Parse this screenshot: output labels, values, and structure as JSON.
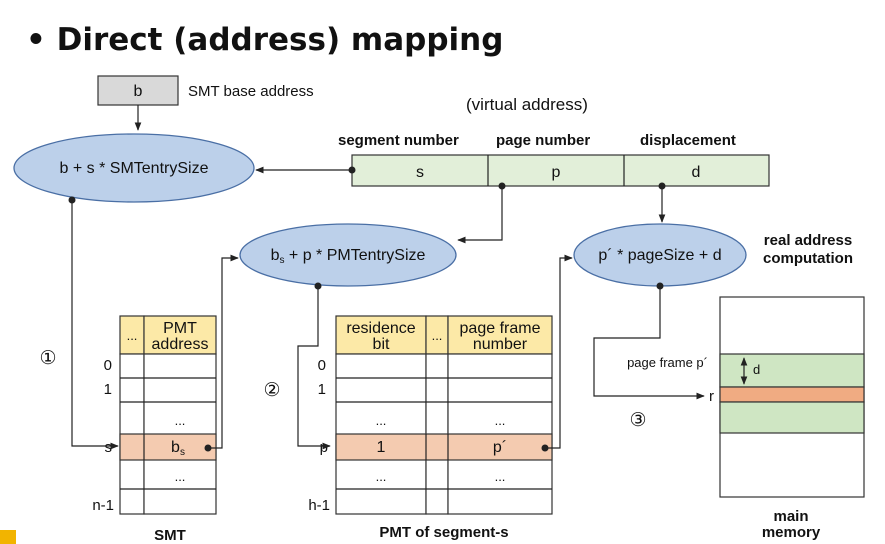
{
  "title": "• Direct (address) mapping",
  "base_register": {
    "value": "b",
    "label": "SMT base address"
  },
  "virtual_address": {
    "caption": "(virtual address)",
    "fields": [
      {
        "header": "segment number",
        "value": "s"
      },
      {
        "header": "page number",
        "value": "p"
      },
      {
        "header": "displacement",
        "value": "d"
      }
    ]
  },
  "formulas": {
    "smt_entry": "b + s * SMTentrySize",
    "pmt_entry_base": "b",
    "pmt_entry_sub": "s",
    "pmt_entry_rest": " + p * PMTentrySize",
    "real_address": "p´ * pageSize + d"
  },
  "real_address_label": [
    "real address",
    "computation"
  ],
  "smt": {
    "caption": "SMT",
    "header": {
      "dots": "...",
      "field": [
        "PMT",
        "address"
      ]
    },
    "rows": [
      "0",
      "1",
      "",
      "s",
      "",
      "n-1"
    ],
    "ellipsis": "...",
    "entry_base": "b",
    "entry_sub": "s"
  },
  "pmt": {
    "caption": "PMT of segment-s",
    "header": {
      "residence": [
        "residence",
        "bit"
      ],
      "dots": "...",
      "frame": [
        "page frame",
        "number"
      ]
    },
    "rows": [
      "0",
      "1",
      "",
      "p",
      "",
      "h-1"
    ],
    "ellipsis": "...",
    "entry_bit": "1",
    "entry_frame": "p´"
  },
  "memory": {
    "caption": [
      "main",
      "memory"
    ],
    "frame_label": "page frame p´",
    "d_label": "d",
    "r_label": "r"
  },
  "steps": [
    "①",
    "②",
    "③"
  ],
  "colors": {
    "ellipse": "#bcd0ea",
    "address_bar": "#e2efd9",
    "table_header": "#fce9a7",
    "highlight_row": "#f4cbb0",
    "memory_frame": "#cfe6c3",
    "memory_r": "#f0ab82",
    "base_box": "#d9d9d9"
  }
}
